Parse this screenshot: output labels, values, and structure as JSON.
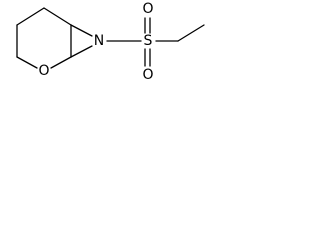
{
  "atoms": {
    "oxygen_ring": "O",
    "nitrogen": "N",
    "sulfur": "S",
    "oxygen_sulfonyl_top": "O",
    "oxygen_sulfonyl_bottom": "O"
  }
}
